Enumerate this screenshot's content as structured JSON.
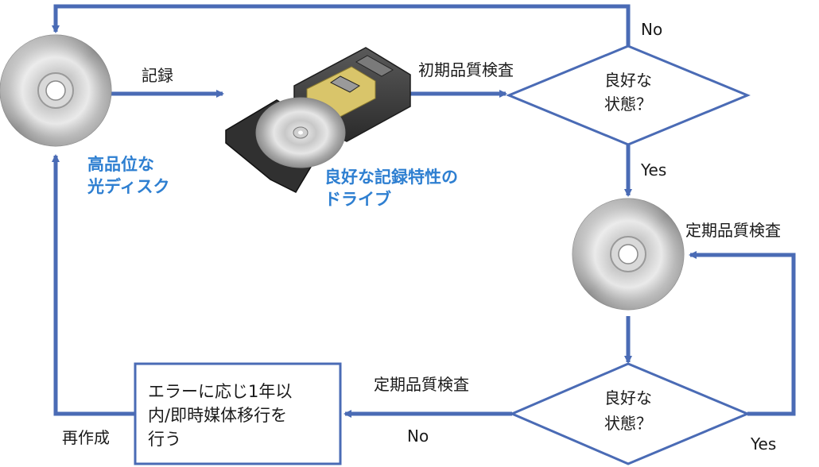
{
  "labels": {
    "record": "記録",
    "initial_check": "初期品質検査",
    "periodic_check_right": "定期品質検査",
    "periodic_check_bottom": "定期品質検査",
    "no_top": "No",
    "yes_mid": "Yes",
    "no_bottom": "No",
    "yes_bottom": "Yes",
    "recreate": "再作成"
  },
  "disc_caption": {
    "line1": "高品位な",
    "line2": "光ディスク"
  },
  "drive_caption": {
    "line1": "良好な記録特性の",
    "line2": "ドライブ"
  },
  "decision_top": {
    "line1": "良好な",
    "line2": "状態？"
  },
  "decision_bottom": {
    "line1": "良好な",
    "line2": "状態？"
  },
  "action_box": {
    "line1": "エラーに応じ1年以",
    "line2": "内/即時媒体移行を",
    "line3": "行う"
  },
  "colors": {
    "arrow": "#4a6bb5",
    "caption_blue": "#2e7fd1",
    "diamond_stroke": "#4a6bb5"
  }
}
